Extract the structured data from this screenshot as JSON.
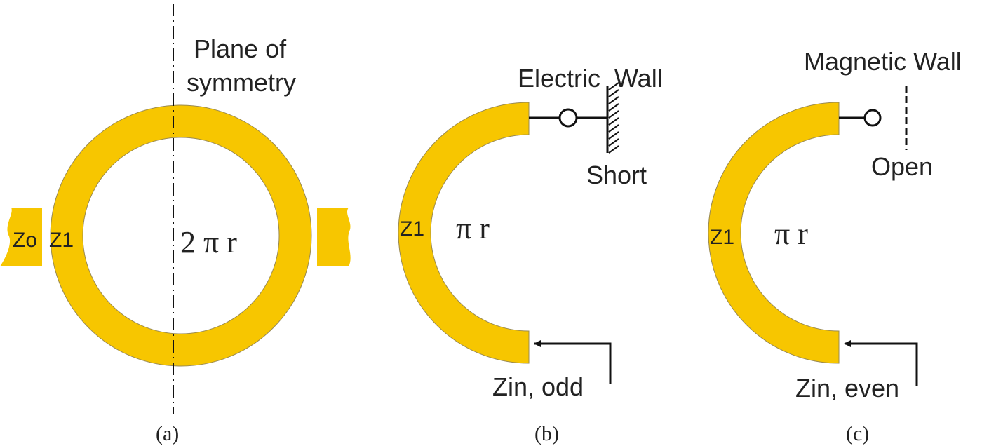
{
  "colors": {
    "ring": "#F7C600",
    "ink": "#111111"
  },
  "panel_a": {
    "symmetry_line1": "Plane of",
    "symmetry_line2": "symmetry",
    "port_impedance": "Zo",
    "ring_impedance": "Z1",
    "length": "2 π r",
    "caption": "(a)"
  },
  "panel_b": {
    "wall_label": "Electric  Wall",
    "termination": "Short",
    "ring_impedance": "Z1",
    "length": "π r",
    "input_label": "Zin, odd",
    "caption": "(b)"
  },
  "panel_c": {
    "wall_label": "Magnetic Wall",
    "termination": "Open",
    "ring_impedance": "Z1",
    "length": "π r",
    "input_label": "Zin, even",
    "caption": "(c)"
  }
}
